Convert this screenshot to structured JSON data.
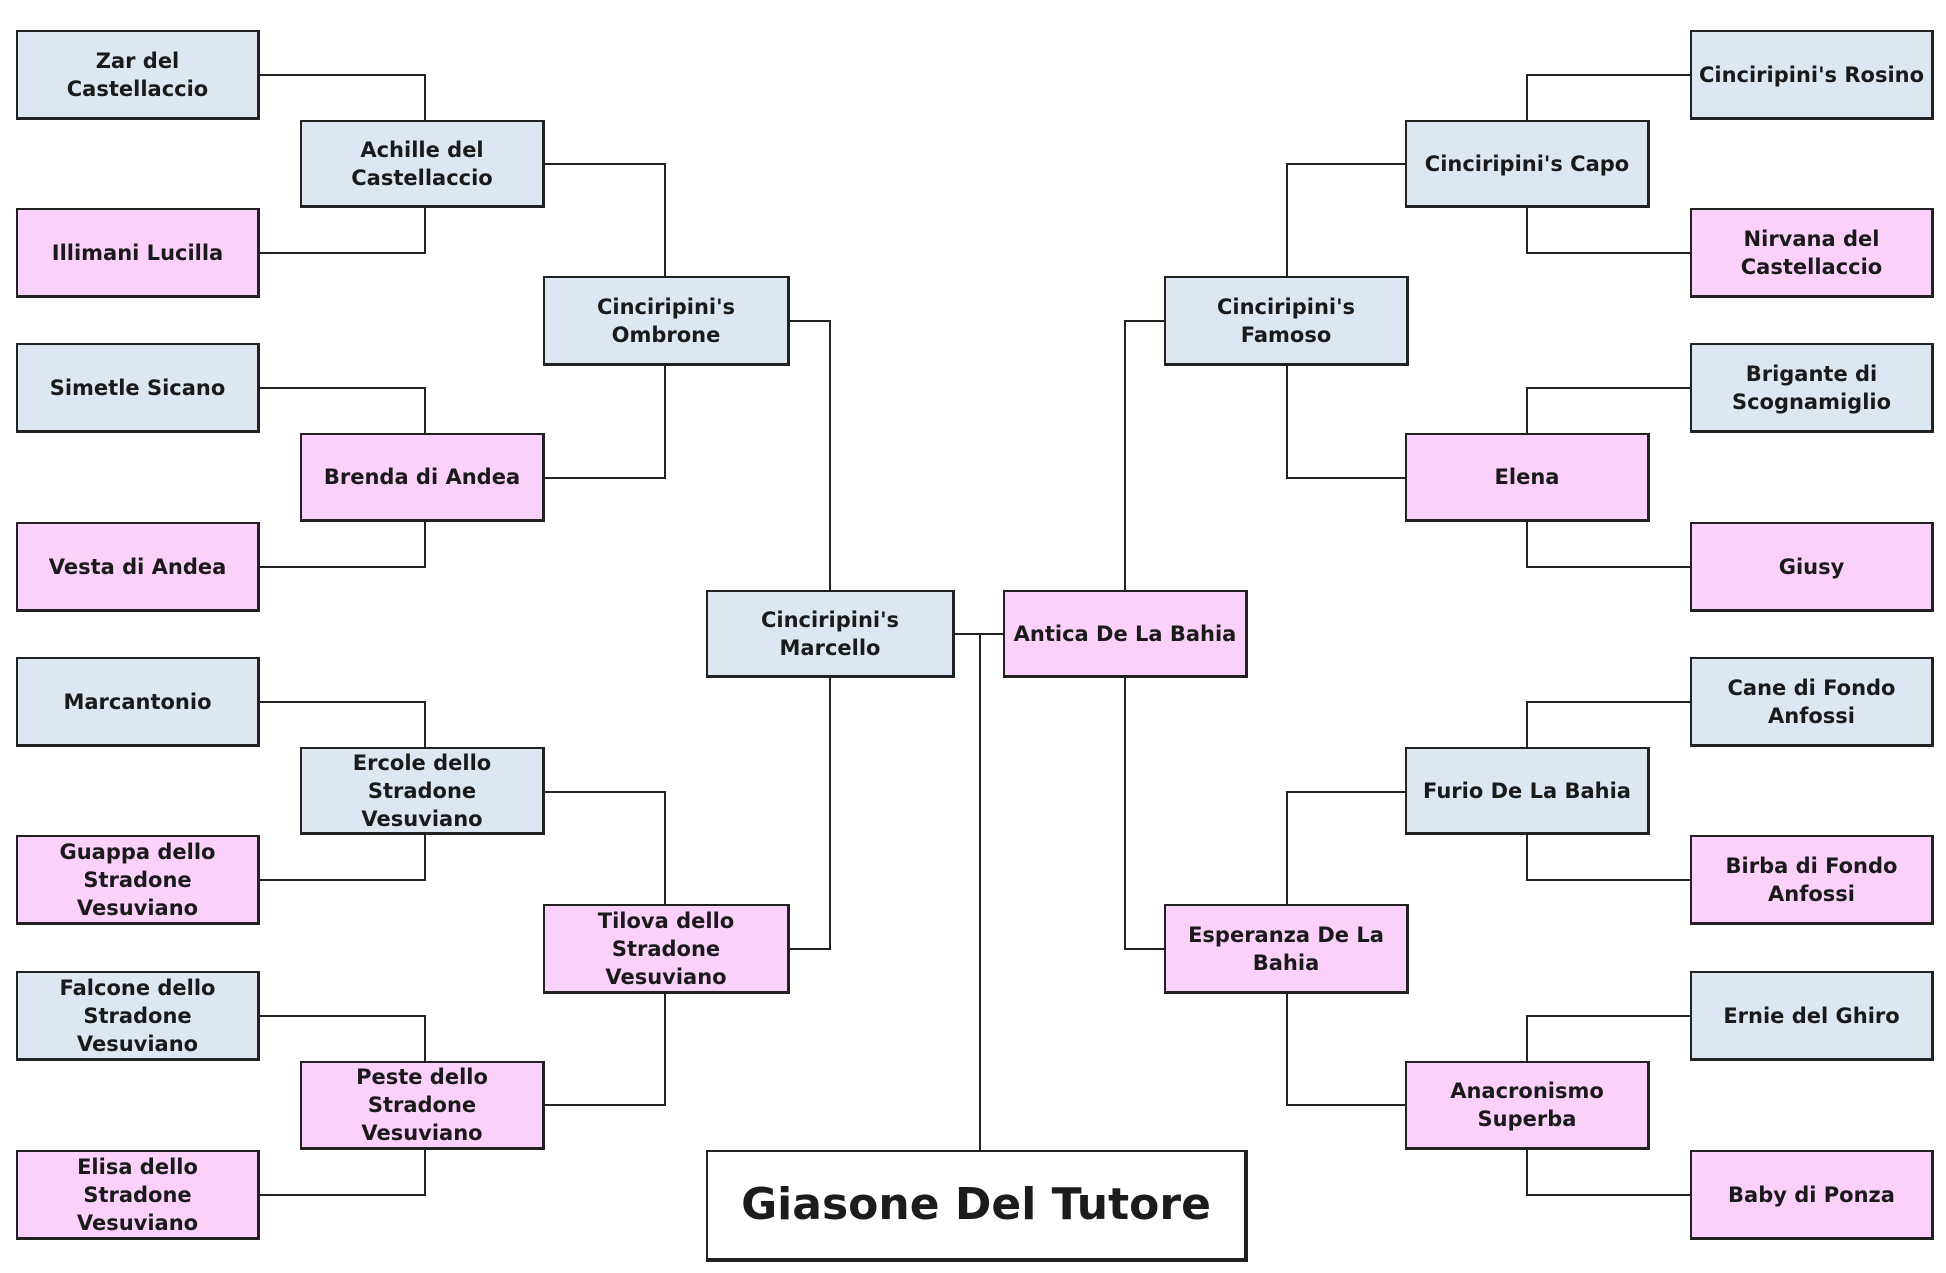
{
  "subject": "Giasone Del Tutore",
  "colors": {
    "male": "#dde7f2",
    "female": "#fbd0fa",
    "line": "#222222"
  },
  "sire_side": {
    "sire": "Cinciripini's Marcello",
    "grand_sire": "Cinciripini's Ombrone",
    "grand_dam": "Tilova dello Stradone Vesuviano",
    "ggs_1": "Achille del Castellaccio",
    "ggd_1": "Brenda di Andea",
    "ggs_2": "Ercole dello Stradone Vesuviano",
    "ggd_2": "Peste dello Stradone Vesuviano",
    "gggs_1": "Zar del Castellaccio",
    "gggd_1": "Illimani Lucilla",
    "gggs_2": "Simetle Sicano",
    "gggd_2": "Vesta di Andea",
    "gggs_3": "Marcantonio",
    "gggd_3": "Guappa dello Stradone Vesuviano",
    "gggs_4": "Falcone dello Stradone Vesuviano",
    "gggd_4": "Elisa dello Stradone Vesuviano"
  },
  "dam_side": {
    "dam": "Antica De La Bahia",
    "grand_sire": "Cinciripini's Famoso",
    "grand_dam": "Esperanza De La Bahia",
    "ggs_1": "Cinciripini's Capo",
    "ggd_1": "Elena",
    "ggs_2": "Furio De La Bahia",
    "ggd_2": "Anacronismo Superba",
    "gggs_1": "Cinciripini's Rosino",
    "gggd_1": "Nirvana del Castellaccio",
    "gggs_2": "Brigante di Scognamiglio",
    "gggd_2": "Giusy",
    "gggs_3": "Cane di Fondo Anfossi",
    "gggd_3": "Birba di Fondo Anfossi",
    "gggs_4": "Ernie del Ghiro",
    "gggd_4": "Baby di Ponza"
  }
}
